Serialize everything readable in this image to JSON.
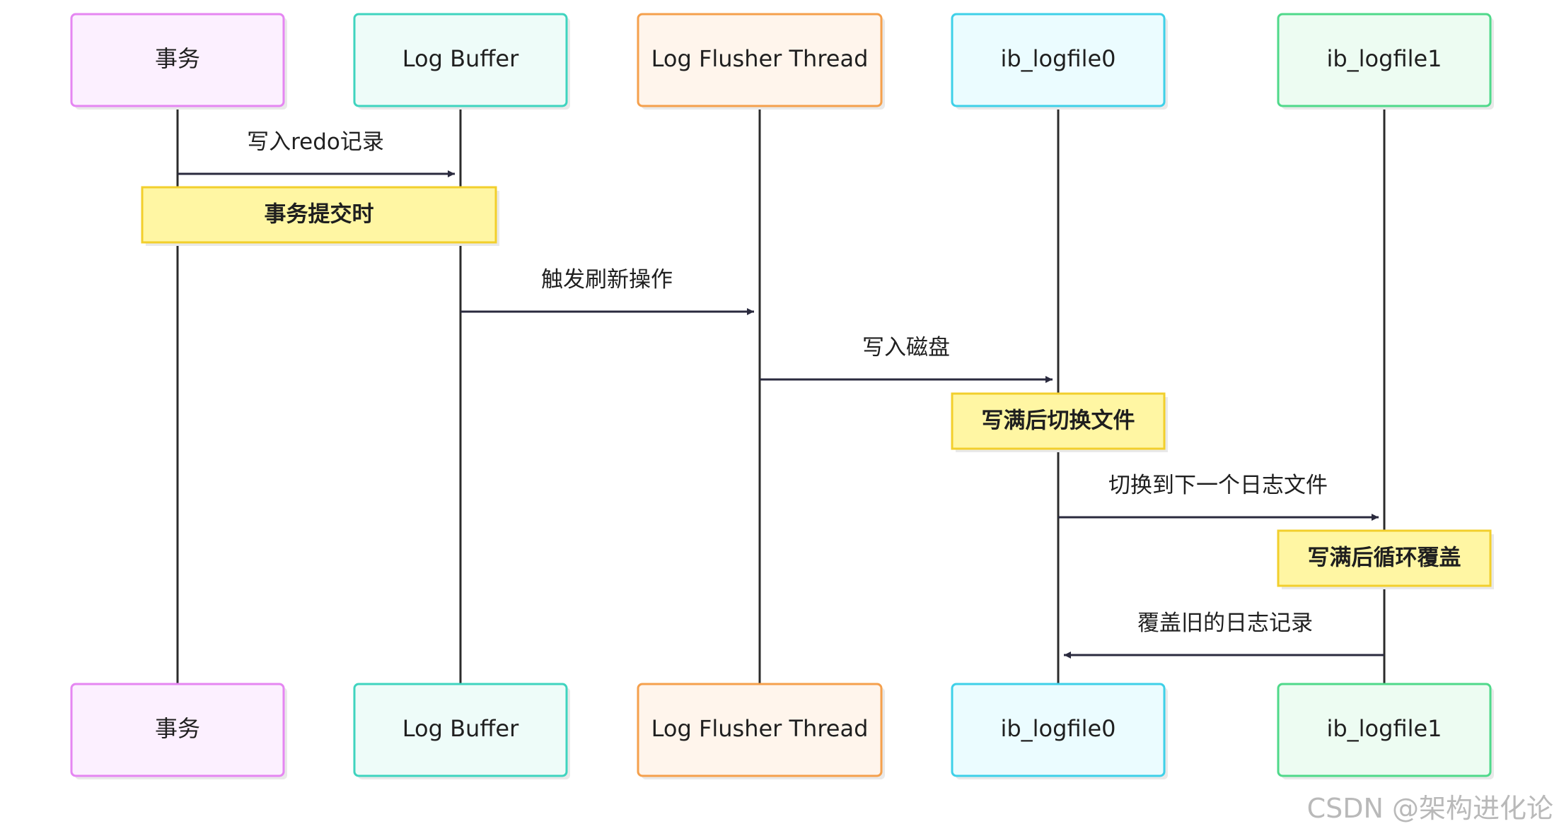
{
  "actors": [
    {
      "id": "tx",
      "label": "事务",
      "fill": "#fcf0ff",
      "stroke": "#e586f2"
    },
    {
      "id": "logbuffer",
      "label": "Log Buffer",
      "fill": "#eefcf9",
      "stroke": "#3fd4bf"
    },
    {
      "id": "flusher",
      "label": "Log Flusher Thread",
      "fill": "#fff5ec",
      "stroke": "#f5a04c"
    },
    {
      "id": "logfile0",
      "label": "ib_logfile0",
      "fill": "#ebfcff",
      "stroke": "#3ed0e8"
    },
    {
      "id": "logfile1",
      "label": "ib_logfile1",
      "fill": "#edfcf2",
      "stroke": "#4fd98a"
    }
  ],
  "messages": [
    {
      "from": "tx",
      "to": "logbuffer",
      "label": "写入redo记录"
    },
    {
      "from": "logbuffer",
      "to": "flusher",
      "label": "触发刷新操作"
    },
    {
      "from": "flusher",
      "to": "logfile0",
      "label": "写入磁盘"
    },
    {
      "from": "logfile0",
      "to": "logfile1",
      "label": "切换到下一个日志文件"
    },
    {
      "from": "logfile1",
      "to": "logfile0",
      "label": "覆盖旧的日志记录"
    }
  ],
  "notes": [
    {
      "over": [
        "tx",
        "logbuffer"
      ],
      "label": "事务提交时"
    },
    {
      "over": [
        "logfile0"
      ],
      "label": "写满后切换文件"
    },
    {
      "over": [
        "logfile1"
      ],
      "label": "写满后循环覆盖"
    }
  ],
  "colors": {
    "note_fill": "#fff6a3",
    "note_stroke": "#f2cf2c",
    "lifeline": "#2b2b2b",
    "arrow": "#2a2a3e",
    "shadow": "#e9e9e9"
  },
  "watermark": "CSDN @架构进化论"
}
